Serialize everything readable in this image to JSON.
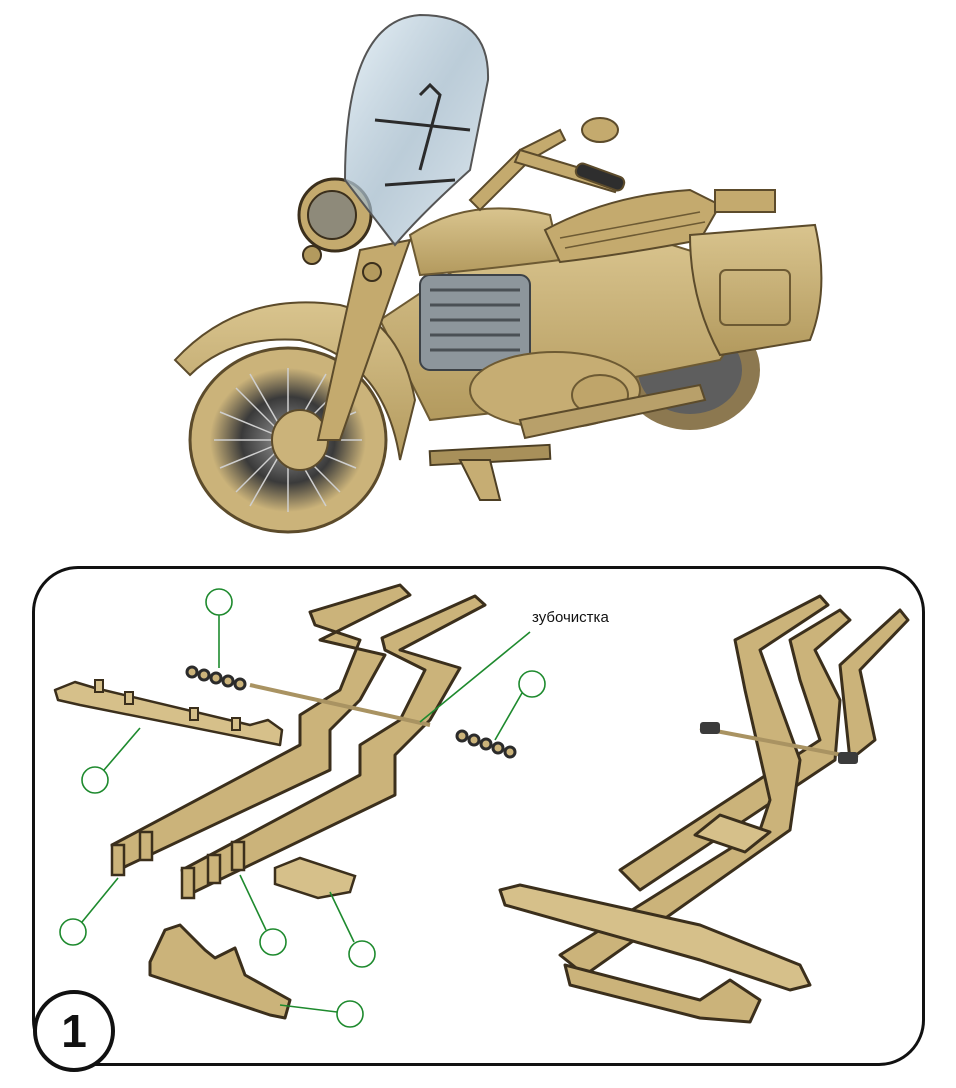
{
  "assembly": {
    "label_toothpick": "зубочистка",
    "step_number": "1"
  },
  "colors": {
    "plywood": "#cbb37a",
    "plywood_edge": "#3b2f1c",
    "callout_line": "#1e8a2e",
    "frame": "#111111"
  },
  "icons": [
    "motorcycle-model",
    "callout-circle",
    "toothpick-rod",
    "spacer-ring"
  ]
}
